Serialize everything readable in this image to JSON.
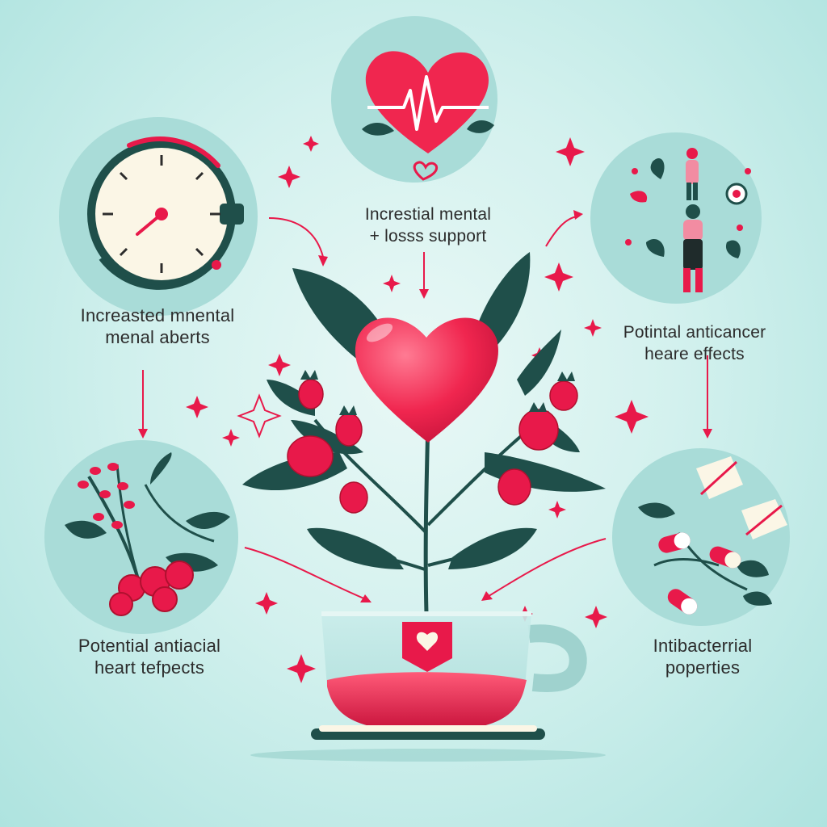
{
  "colors": {
    "background": "#d3f1ee",
    "circle": "#a9dcd8",
    "accent": "#e8194a",
    "leaf": "#1f4f4a",
    "text": "#2c2c2c"
  },
  "nodes": [
    {
      "id": "top",
      "icon": "heart-pulse-icon",
      "lines": [
        "Increstial mental",
        "+ losss support"
      ]
    },
    {
      "id": "top-left",
      "icon": "clock-icon",
      "lines": [
        "Increasted mnental",
        "menal aberts"
      ]
    },
    {
      "id": "top-right",
      "icon": "exercise-figures-icon",
      "lines": [
        "Potintal anticancer",
        "heare effects"
      ]
    },
    {
      "id": "bottom-left",
      "icon": "berry-branch-icon",
      "lines": [
        "Potential antiacial",
        "heart tefpects"
      ]
    },
    {
      "id": "bottom-right",
      "icon": "capsules-icon",
      "lines": [
        "Intibacterrial",
        "poperties"
      ]
    }
  ],
  "center": {
    "icon": "hibiscus-plant-heart-icon",
    "base": "tea-cup-icon"
  }
}
